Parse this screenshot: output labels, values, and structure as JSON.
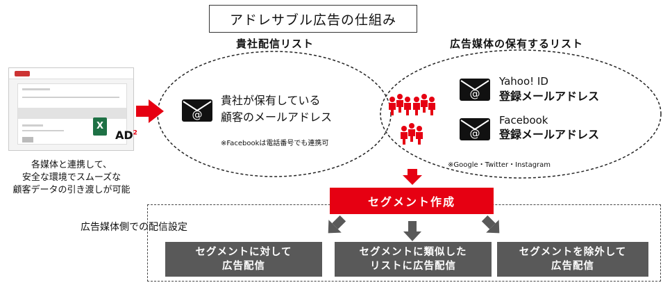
{
  "title": "アドレサブル広告の仕組み",
  "left_ellipse": {
    "label": "貴社配信リスト",
    "line1": "貴社が保有している",
    "line2": "顧客のメールアドレス",
    "note": "※Facebookは電話番号でも連携可"
  },
  "right_ellipse": {
    "label": "広告媒体の保有するリスト",
    "yahoo_name": "Yahoo! ID",
    "yahoo_sub": "登録メールアドレス",
    "facebook_name": "Facebook",
    "facebook_sub": "登録メールアドレス",
    "note": "※Google・Twitter・Instagram"
  },
  "left_caption": {
    "line1": "各媒体と連携して、",
    "line2": "安全な環境でスムーズな",
    "line3": "顧客データの引き渡しが可能"
  },
  "segment_create": "セグメント作成",
  "delivery_label": "広告媒体側での配信設定",
  "segments": [
    {
      "line1": "セグメントに対して",
      "line2": "広告配信"
    },
    {
      "line1": "セグメントに類似した",
      "line2": "リストに広告配信"
    },
    {
      "line1": "セグメントを除外して",
      "line2": "広告配信"
    }
  ],
  "icons": {
    "mail": "mail-at-icon",
    "people": "people-group-icon",
    "arrow": "arrow-icon",
    "excel": "excel-icon",
    "logo": "ad2-logo"
  },
  "colors": {
    "accent_red": "#e60012",
    "segment_gray": "#595959",
    "arrow_gray": "#595959"
  }
}
